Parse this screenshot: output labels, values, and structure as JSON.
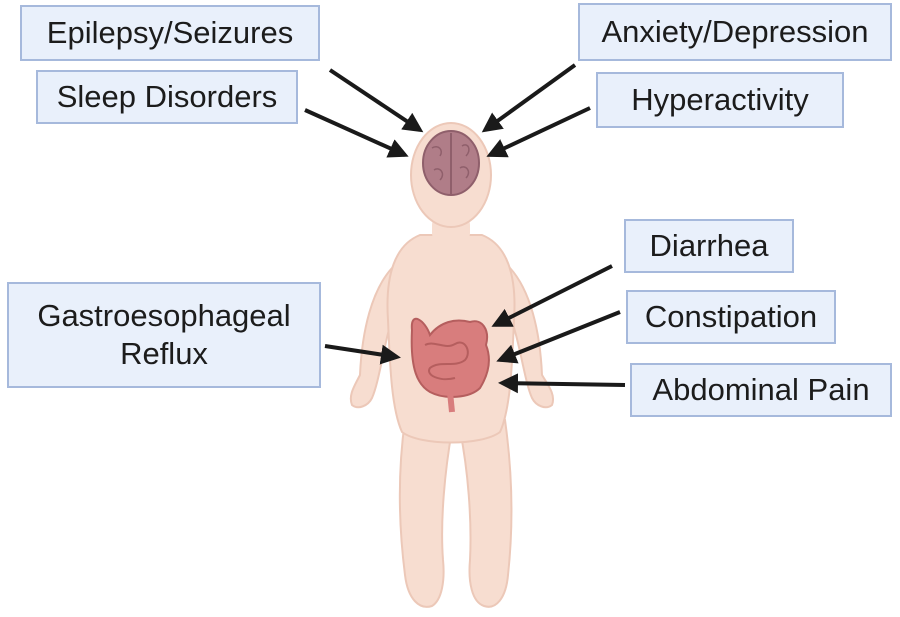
{
  "labels": {
    "epilepsy": "Epilepsy/Seizures",
    "sleep": "Sleep Disorders",
    "anxiety": "Anxiety/Depression",
    "hyperactivity": "Hyperactivity",
    "diarrhea": "Diarrhea",
    "constipation": "Constipation",
    "abdominal_pain": "Abdominal Pain",
    "gerd_line1": "Gastroesophageal",
    "gerd_line2": "Reflux"
  },
  "colors": {
    "box_fill": "#e9f0fb",
    "box_border": "#a6b9dc",
    "arrow": "#1a1a1a",
    "skin": "#f7ddd0",
    "skin_shade": "#ecc8b8",
    "brain": "#b07d88",
    "intestine": "#d87d7d"
  }
}
